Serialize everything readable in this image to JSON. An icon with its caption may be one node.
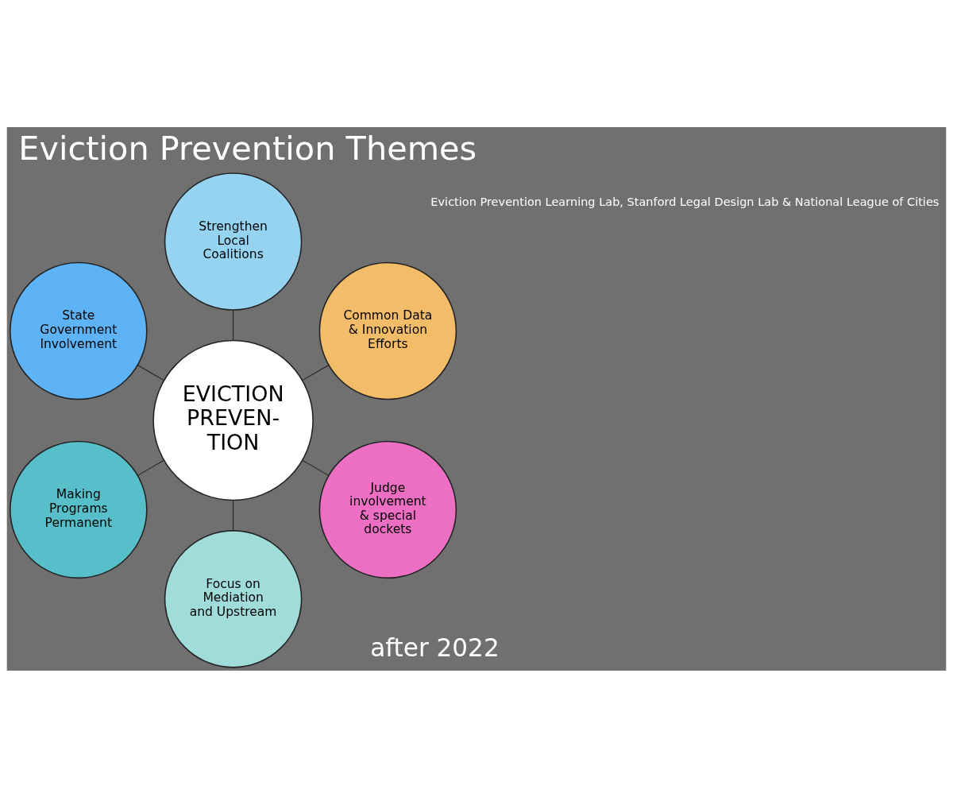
{
  "diagram": {
    "title": "Eviction Prevention Themes",
    "caption": "Eviction Prevention Learning Lab, Stanford Legal Design Lab & National League of Cities",
    "nodes": [
      {
        "text": [
          "EVICTION PREVEN- TION"
        ]
      },
      {
        "text": [
          "Judge involvement & special dockets"
        ]
      },
      {
        "text": [
          "Focus on Mediation and Upstream"
        ]
      },
      {
        "text": [
          "Making Programs Permanent"
        ]
      },
      {
        "text": [
          "State Government Involvement"
        ]
      },
      {
        "text": [
          "Strengthen Local Coalitions"
        ]
      },
      {
        "text": [
          "Common Data & Innovation Efforts"
        ]
      }
    ],
    "edges": [
      {
        "from": 0,
        "to": 1,
        "arrow": "none"
      },
      {
        "from": 0,
        "to": 2,
        "arrow": "none"
      },
      {
        "from": 0,
        "to": 3,
        "arrow": "none"
      },
      {
        "from": 0,
        "to": 4,
        "arrow": "none"
      },
      {
        "from": 0,
        "to": 5,
        "arrow": "none"
      },
      {
        "from": 0,
        "to": 6,
        "arrow": "none"
      }
    ],
    "labels": [
      "after 2022"
    ]
  }
}
